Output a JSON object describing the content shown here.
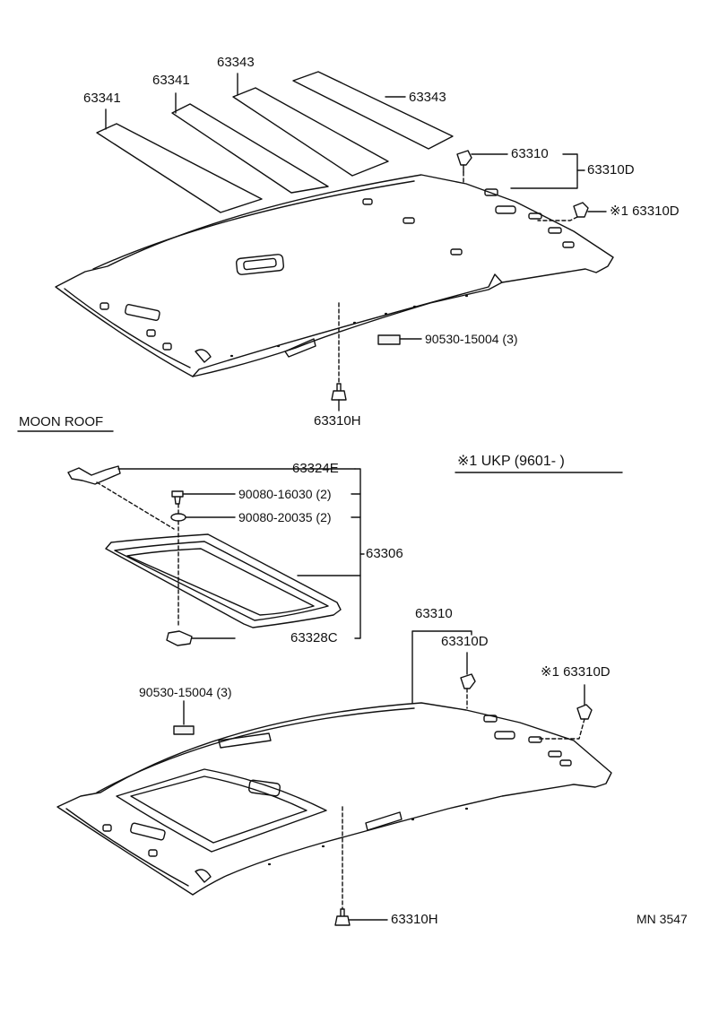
{
  "colors": {
    "ink": "#111111",
    "paper": "#ffffff",
    "shade": "#f4f4f4"
  },
  "upper": {
    "sheet_1": "63341",
    "sheet_2": "63341",
    "sheet_3": "63343",
    "sheet_4": "63343",
    "clip": "63310",
    "clip_set": "63310D",
    "note_clip": "※1 63310D",
    "tape": "90530-15004 (3)",
    "bottom_clip": "63310H"
  },
  "moon_roof": {
    "section_title": "MOON ROOF",
    "note": "※1 UKP (9601-     )",
    "bracket": "63324E",
    "screw": "90080-16030 (2)",
    "nut": "90080-20035 (2)",
    "frame_assy": "63306",
    "plate": "63328C",
    "clip_group": "63310",
    "clip_set": "63310D",
    "note_clip": "※1 63310D",
    "tape": "90530-15004 (3)",
    "bottom_clip": "63310H"
  },
  "footer": {
    "code": "MN 3547"
  }
}
